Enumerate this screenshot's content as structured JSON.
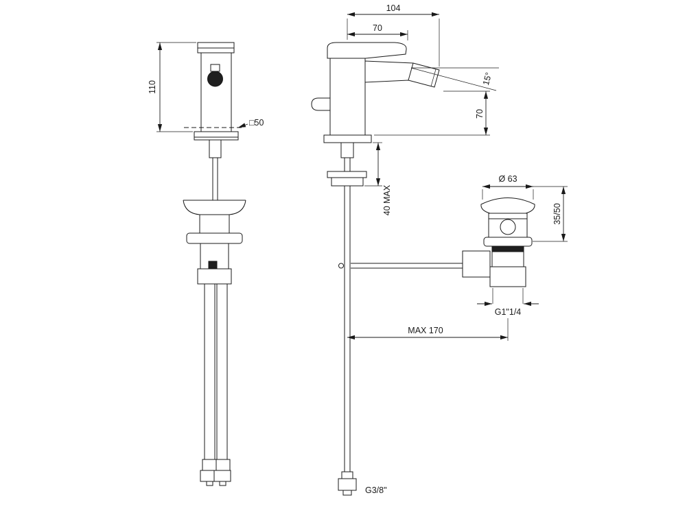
{
  "drawing": {
    "type": "technical-drawing",
    "front_view": {
      "height": "110",
      "base_square": "□50"
    },
    "side_view": {
      "total_projection": "104",
      "spout_projection": "70",
      "spout_angle": "15°",
      "spout_height": "70",
      "max_deck_thickness": "40 MAX",
      "hose_reach": "MAX 170",
      "supply_thread": "G3/8\""
    },
    "waste_assembly": {
      "cap_diameter": "Ø 63",
      "cap_height": "35/50",
      "drain_thread": "G1\"1/4"
    }
  }
}
